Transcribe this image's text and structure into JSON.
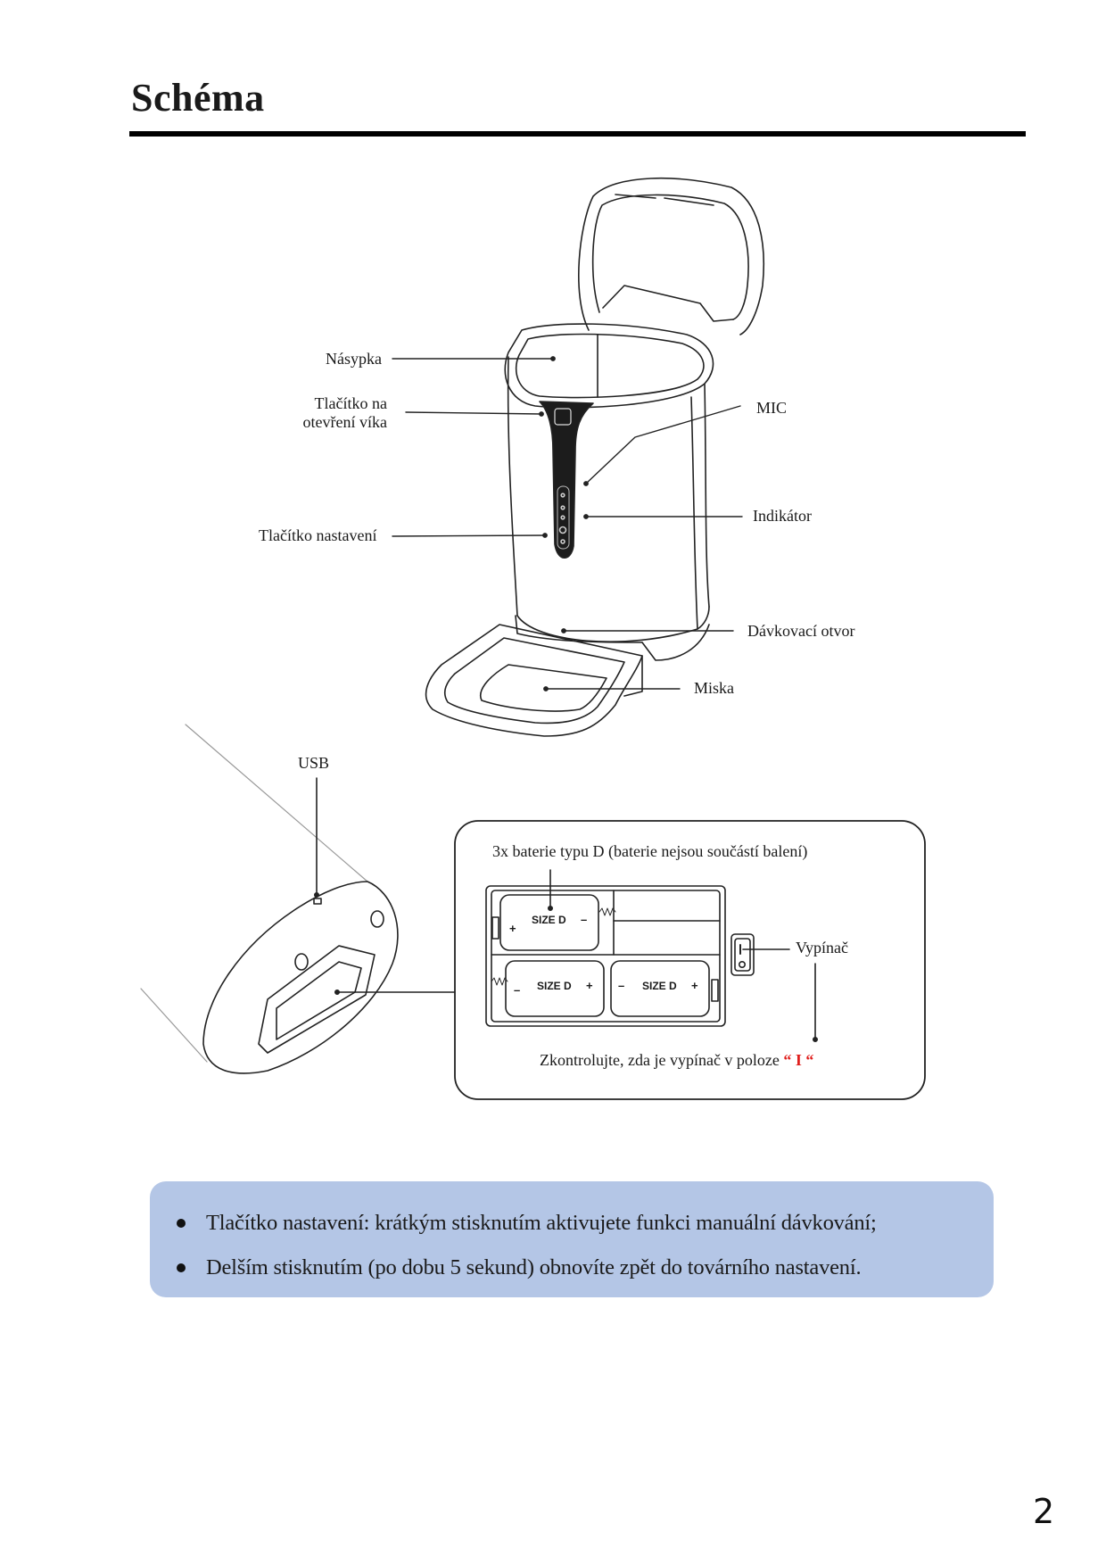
{
  "page": {
    "title": "Schéma",
    "page_number": "2"
  },
  "feeder_diagram": {
    "labels": {
      "hopper": "Násypka",
      "lid_button_line1": "Tlačítko na",
      "lid_button_line2": "otevření víka",
      "settings_button": "Tlačítko nastavení",
      "mic": "MIC",
      "indicator": "Indikátor",
      "dispensing_outlet": "Dávkovací otvor",
      "bowl": "Miska"
    }
  },
  "battery_diagram": {
    "usb_label": "USB",
    "battery_note": "3x baterie typu D (baterie nejsou součástí balení)",
    "battery_label": "SIZE D",
    "plus": "+",
    "minus": "–",
    "switch_label": "Vypínač",
    "switch_on": "I",
    "switch_off": "O",
    "check_text": "Zkontrolujte, zda je vypínač v poloze",
    "check_highlight": "“ I “",
    "highlight_color": "#e0201e"
  },
  "notes": {
    "background_color": "#b4c6e6",
    "items": [
      "Tlačítko nastavení: krátkým stisknutím aktivujete funkci manuální dávkování;",
      "Delším stisknutím (po dobu 5 sekund) obnovíte zpět do továrního nastavení."
    ]
  }
}
